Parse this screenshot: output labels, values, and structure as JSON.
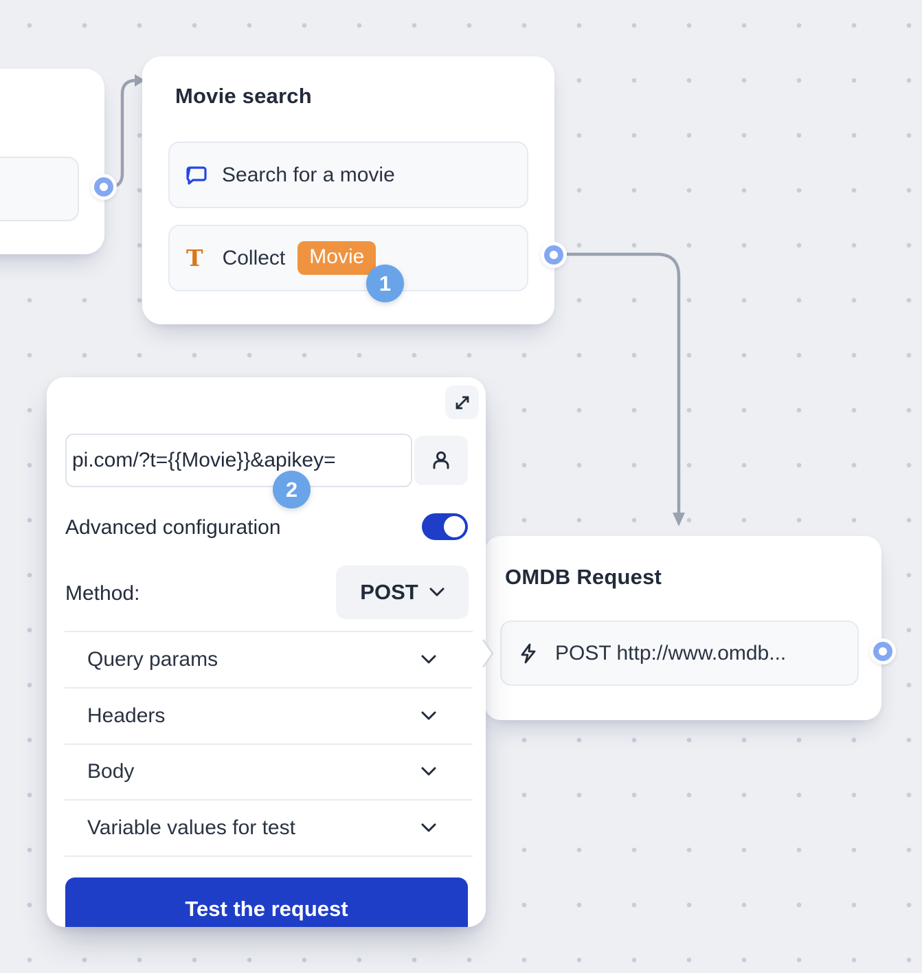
{
  "colors": {
    "accent_blue": "#1e3ec8",
    "badge_orange": "#ef9340",
    "step_blue": "#69a4e9",
    "connector_gray": "#9aa1af",
    "port_ring_blue": "#84a7f1"
  },
  "movie_node": {
    "title": "Movie search",
    "question_row": {
      "label": "Search for a movie"
    },
    "collect_row": {
      "label": "Collect",
      "variable_badge": "Movie"
    }
  },
  "steps": {
    "one": "1",
    "two": "2"
  },
  "webhook_panel": {
    "url_value": "pi.com/?t={{Movie}}&apikey=",
    "advanced_label": "Advanced configuration",
    "toggle_state": "on",
    "method_label": "Method:",
    "method_value": "POST",
    "sections": [
      {
        "label": "Query params"
      },
      {
        "label": "Headers"
      },
      {
        "label": "Body"
      },
      {
        "label": "Variable values for test"
      }
    ],
    "test_button_label": "Test the request"
  },
  "omdb_node": {
    "title": "OMDB Request",
    "request_row": {
      "label": "POST http://www.omdb..."
    }
  }
}
